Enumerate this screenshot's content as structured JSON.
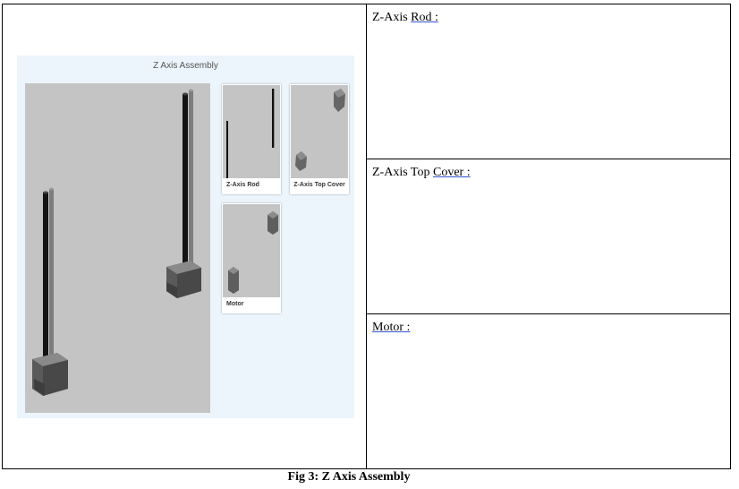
{
  "assembly_panel": {
    "title": "Z Axis Assembly",
    "cards": [
      {
        "label": "Z-Axis Rod"
      },
      {
        "label": "Z-Axis Top Cover"
      },
      {
        "label": "Motor"
      }
    ]
  },
  "rows": [
    {
      "prefix": "Z-Axis ",
      "underlined": "Rod :"
    },
    {
      "prefix": "Z-Axis Top ",
      "underlined": "Cover :"
    },
    {
      "prefix": "",
      "underlined": "Motor :"
    }
  ],
  "caption": "Fig 3: Z Axis Assembly"
}
